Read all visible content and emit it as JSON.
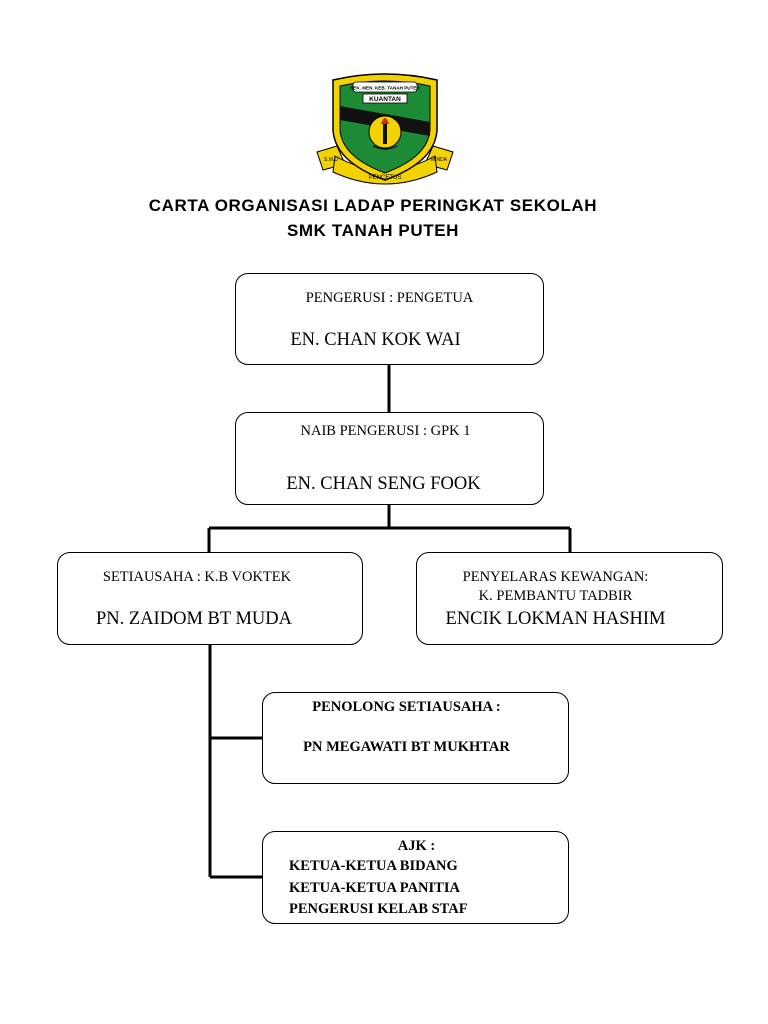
{
  "logo": {
    "top_text": "SEK. MEN. KEB. TANAH PUTEH",
    "band_text": "KUANTAN",
    "left_ribbon": "S.M.U",
    "center_ribbon": "PENCETUS",
    "right_ribbon": "MINDA",
    "colors": {
      "gold": "#f2d200",
      "green": "#1d8a36",
      "black": "#111111",
      "red": "#d62718"
    }
  },
  "header": {
    "title_line1": "CARTA ORGANISASI LADAP PERINGKAT SEKOLAH",
    "title_line2": "SMK TANAH PUTEH"
  },
  "chart": {
    "chairman": {
      "role": "PENGERUSI : PENGETUA",
      "name": "EN. CHAN KOK WAI"
    },
    "vice_chairman": {
      "role": "NAIB PENGERUSI : GPK 1",
      "name": "EN. CHAN SENG FOOK"
    },
    "secretary": {
      "role": "SETIAUSAHA : K.B VOKTEK",
      "name": "PN. ZAIDOM BT MUDA"
    },
    "finance": {
      "role_line1": "PENYELARAS KEWANGAN:",
      "role_line2": "K. PEMBANTU TADBIR",
      "name": "ENCIK LOKMAN HASHIM"
    },
    "asst_secretary": {
      "role": "PENOLONG SETIAUSAHA :",
      "name": "PN MEGAWATI BT MUKHTAR"
    },
    "committee": {
      "role": "AJK :",
      "members": [
        "KETUA-KETUA BIDANG",
        "KETUA-KETUA PANITIA",
        "PENGERUSI KELAB STAF"
      ]
    }
  }
}
